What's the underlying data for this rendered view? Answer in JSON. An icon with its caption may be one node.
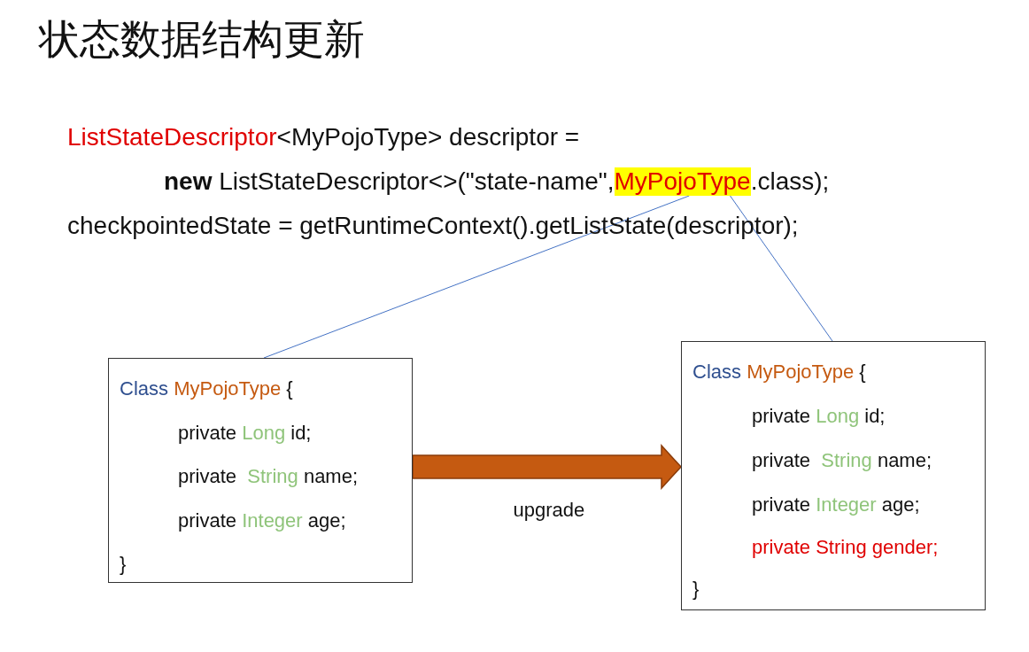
{
  "diagram": {
    "title": "状态数据结构更新",
    "nodes": [
      {
        "text": [
          "MyPojoType"
        ]
      },
      {
        "text": [
          "Class MyPojoType {",
          "private Long id;",
          "private  String name;",
          "private Integer age;",
          "}"
        ]
      },
      {
        "text": [
          "Class MyPojoType {",
          "private Long id;",
          "private  String name;",
          "private Integer age;",
          "private String gender;",
          "}"
        ]
      }
    ],
    "edges": [
      {
        "from": 0,
        "to": 1,
        "arrow": "none",
        "color": "#4472c4"
      },
      {
        "from": 0,
        "to": 2,
        "arrow": "none",
        "color": "#4472c4"
      },
      {
        "from": 1,
        "to": 2,
        "arrow": "to",
        "label": "upgrade",
        "style": "thick",
        "color": "#c55a11"
      }
    ],
    "labels": [
      "ListStateDescriptor",
      "<MyPojoType> descriptor =",
      "**new** ListStateDescriptor<>(\"state-name\",",
      ".class);",
      "checkpointedState = getRuntimeContext().getListState(descriptor);"
    ]
  }
}
